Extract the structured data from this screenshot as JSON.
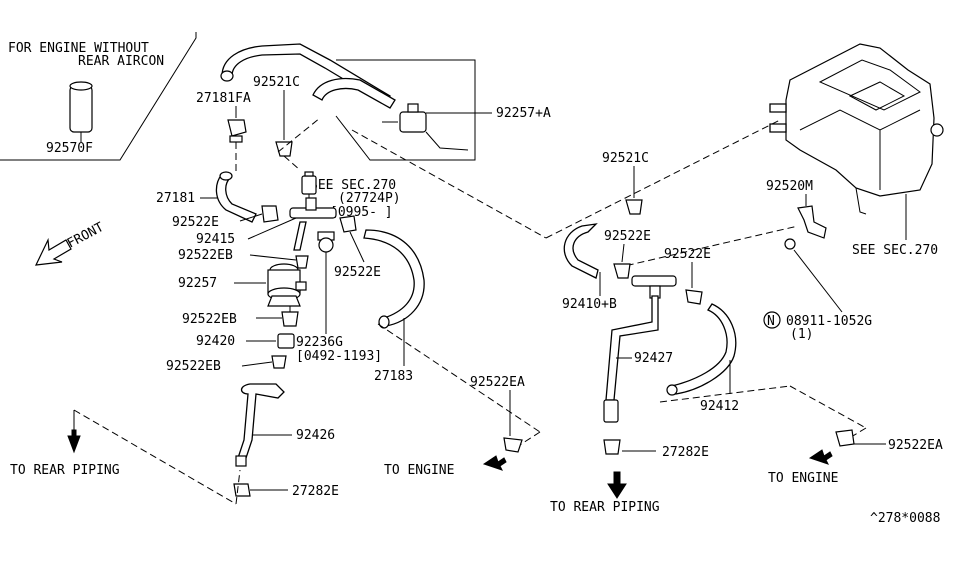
{
  "inset": {
    "title_line1": "FOR ENGINE WITHOUT",
    "title_line2": "REAR AIRCON",
    "part": "92570F"
  },
  "front_label": "FRONT",
  "callouts": {
    "p27181FA": "27181FA",
    "p92521C_left": "92521C",
    "p92257A": "92257+A",
    "p27181": "27181",
    "see_sec270_left": "SEE SEC.270",
    "p27724P": "(27724P)",
    "date_0995": "[0995-   ]",
    "p92522E_1": "92522E",
    "p92415": "92415",
    "p92522EB_1": "92522EB",
    "p92522E_2": "92522E",
    "p92257": "92257",
    "p92522EB_2": "92522EB",
    "p92236G": "92236G",
    "p92420": "92420",
    "date_0492": "[0492-1193]",
    "p92522EB_3": "92522EB",
    "p27183": "27183",
    "p92426": "92426",
    "p92522EA_left": "92522EA",
    "p27282E_left": "27282E",
    "p92521C_right": "92521C",
    "p92520M": "92520M",
    "p92522E_3": "92522E",
    "p92522E_4": "92522E",
    "see_sec270_right": "SEE SEC.270",
    "p92410B": "92410+B",
    "nut_part": "08911-1052G",
    "nut_letter": "N",
    "nut_qty": "(1)",
    "p92427": "92427",
    "p92412": "92412",
    "p27282E_right": "27282E",
    "p92522EA_right": "92522EA"
  },
  "directions": {
    "to_rear_left": "TO REAR PIPING",
    "to_engine_left": "TO ENGINE",
    "to_rear_right": "TO REAR PIPING",
    "to_engine_right": "TO ENGINE"
  },
  "diagram_code": "^278*0088"
}
